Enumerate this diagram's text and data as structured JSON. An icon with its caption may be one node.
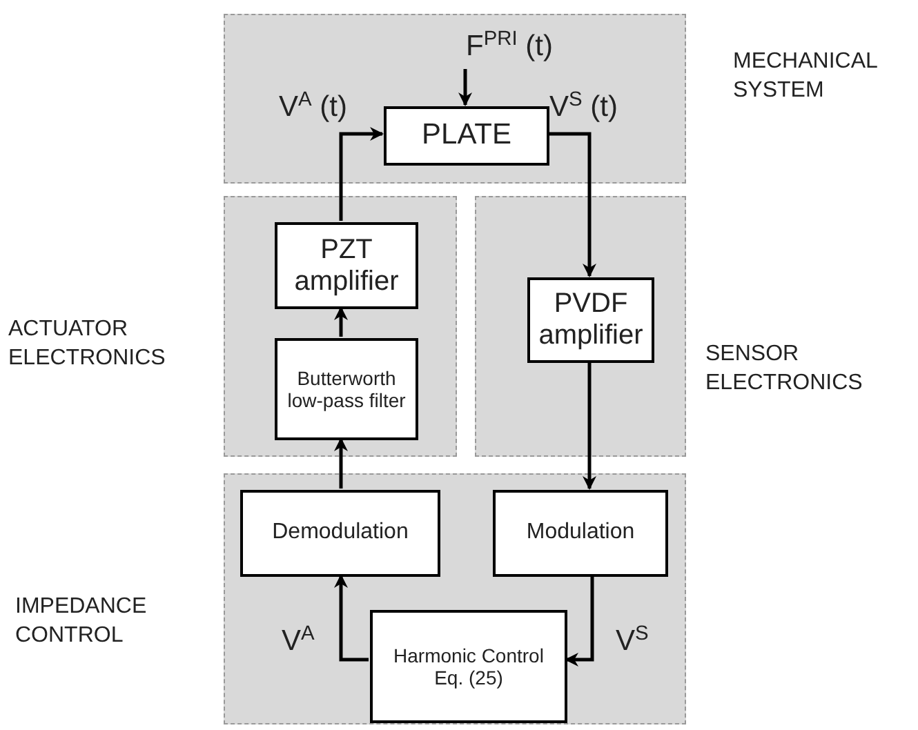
{
  "diagram": {
    "nodes": [
      {
        "text": [
          "MECHANICAL SYSTEM"
        ]
      },
      {
        "text": [
          "F$^{PRI}$ (t)"
        ],
        "in": 0
      },
      {
        "text": [
          "PLATE"
        ],
        "in": 0
      },
      {
        "text": [
          "ACTUATOR ELECTRONICS"
        ]
      },
      {
        "text": [
          "PZT amplifier"
        ],
        "in": 3
      },
      {
        "text": [
          "Butterworth low-pass filter"
        ],
        "in": 3
      },
      {
        "text": [
          "SENSOR ELECTRONICS"
        ]
      },
      {
        "text": [
          "PVDF amplifier"
        ],
        "in": 6
      },
      {
        "text": [
          "IMPEDANCE CONTROL"
        ]
      },
      {
        "text": [
          "Demodulation"
        ],
        "in": 8
      },
      {
        "text": [
          "Modulation"
        ],
        "in": 8
      },
      {
        "text": [
          "Harmonic Control Eq. (25)"
        ],
        "in": 8
      }
    ],
    "edges": [
      {
        "from": 1,
        "to": 2,
        "arrow": "to"
      },
      {
        "from": 4,
        "to": 2,
        "arrow": "to",
        "label": "V$^{A}$ (t)"
      },
      {
        "from": 2,
        "to": 7,
        "arrow": "to",
        "label": "V$^{S}$ (t)"
      },
      {
        "from": 7,
        "to": 10,
        "arrow": "to"
      },
      {
        "from": 10,
        "to": 11,
        "arrow": "to",
        "label": "V$^{S}$"
      },
      {
        "from": 11,
        "to": 9,
        "arrow": "to",
        "label": "V$^{A}$"
      },
      {
        "from": 9,
        "to": 5,
        "arrow": "to"
      },
      {
        "from": 5,
        "to": 4,
        "arrow": "to"
      }
    ]
  }
}
